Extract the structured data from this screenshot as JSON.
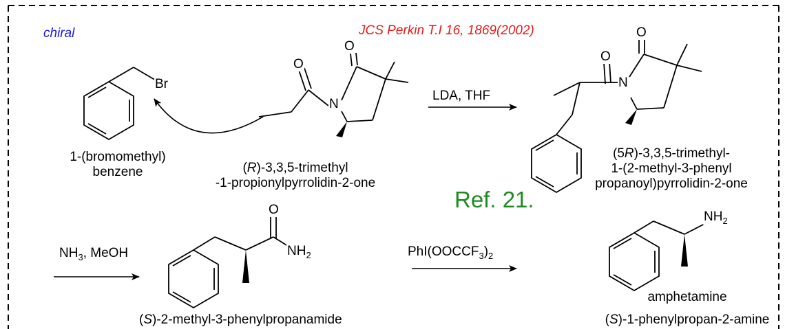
{
  "labels": {
    "chiral": "chiral",
    "reference": "JCS Perkin T.I 16, 1869(2002)",
    "ref_note": "Ref. 21."
  },
  "colors": {
    "chiral": "#1a1ad6",
    "reference": "#e31b1b",
    "ref_note": "#1f8a1f",
    "border": "#000000"
  },
  "reagents": {
    "step1": "LDA, THF",
    "step2_main": "NH",
    "step2_sub": "3",
    "step2_rest": ", MeOH",
    "step3_main": "PhI(OOCCF",
    "step3_sub": "3",
    "step3_rest": ")",
    "step3_sub2": "2"
  },
  "atoms": {
    "br": "Br",
    "o": "O",
    "n": "N",
    "nh2_main": "NH",
    "nh2_sub": "2"
  },
  "compounds": {
    "benzyl_bromide": {
      "line1": "1-(bromomethyl)",
      "line2": "benzene"
    },
    "auxiliary": {
      "line1_pre": "(",
      "line1_stereo": "R",
      "line1_post": ")-3,3,5-trimethyl",
      "line2": "-1-propionylpyrrolidin-2-one"
    },
    "alkylated": {
      "line1_pre": "(5",
      "line1_stereo": "R",
      "line1_post": ")-3,3,5-trimethyl-",
      "line2": "1-(2-methyl-3-phenyl",
      "line3": "propanoyl)pyrrolidin-2-one"
    },
    "amide": {
      "pre": "(",
      "stereo": "S",
      "post": ")-2-methyl-3-phenylpropanamide"
    },
    "amphetamine": {
      "name": "amphetamine",
      "pre": "(",
      "stereo": "S",
      "post": ")-1-phenylpropan-2-amine"
    }
  }
}
